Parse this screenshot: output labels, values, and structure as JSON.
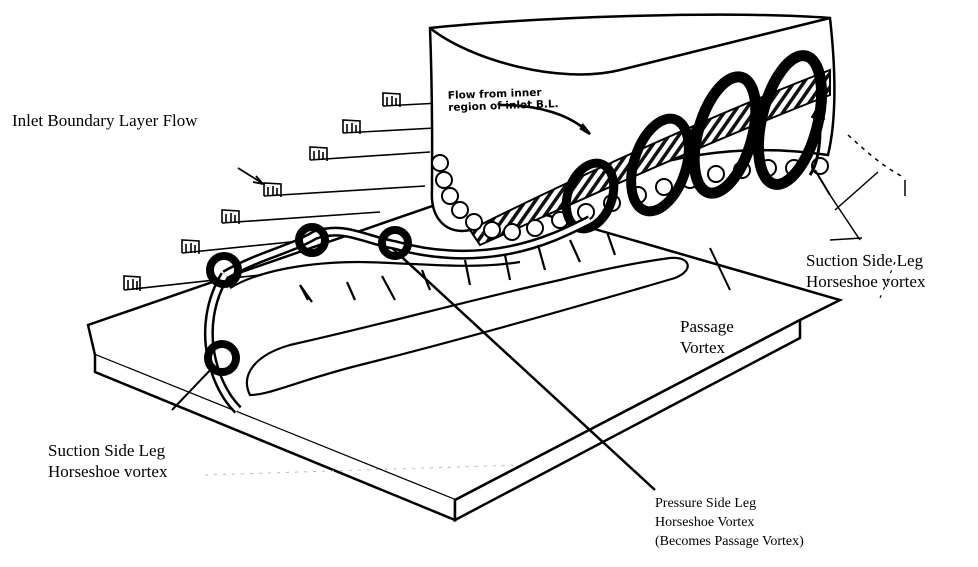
{
  "labels": {
    "inlet_flow": "Inlet Boundary Layer Flow",
    "flow_inner_line1": "Flow from inner",
    "flow_inner_line2": "region of inlet B.L.",
    "suction_right_line1": "Suction Side Leg",
    "suction_right_line2": "Horseshoe vortex",
    "passage_line1": "Passage",
    "passage_line2": "Vortex",
    "suction_left_line1": "Suction Side Leg",
    "suction_left_line2": "Horseshoe vortex",
    "pressure_line1": "Pressure Side Leg",
    "pressure_line2": "Horseshoe Vortex",
    "pressure_line3": "(Becomes Passage Vortex)"
  }
}
